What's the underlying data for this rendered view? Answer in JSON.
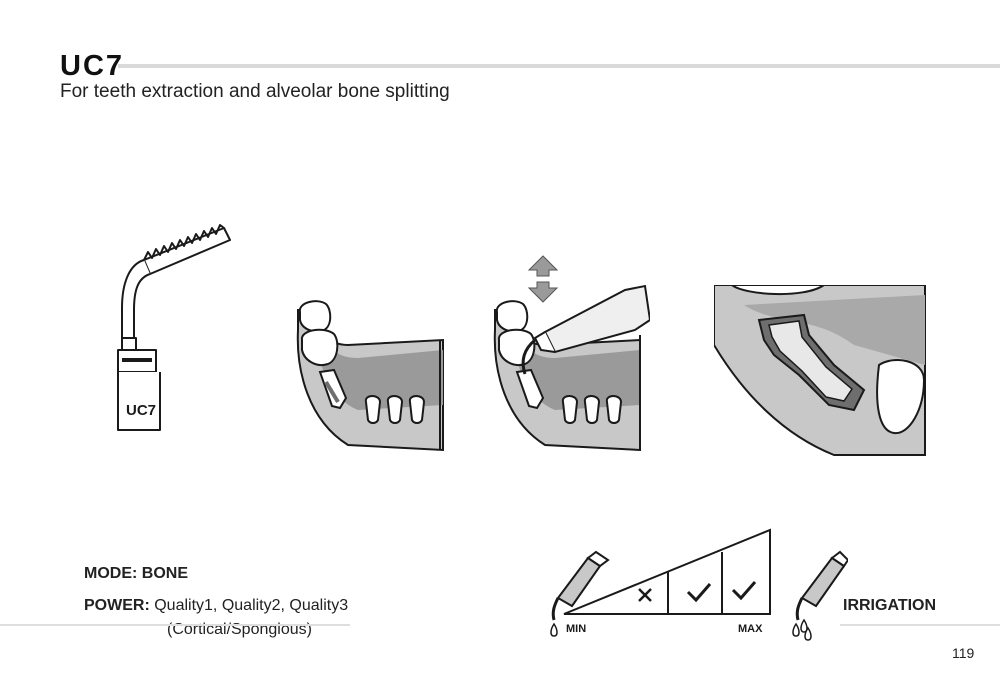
{
  "header": {
    "title": "UC7",
    "subtitle": "For teeth extraction and alveolar bone splitting"
  },
  "tip_illustration": {
    "label": "UC7",
    "icon": "bone-saw-tip-icon"
  },
  "steps": [
    {
      "icon": "jaw-tooth-extraction-icon"
    },
    {
      "icon": "jaw-handpiece-cutting-icon"
    },
    {
      "icon": "bone-splitting-closeup-icon"
    }
  ],
  "settings": {
    "mode_label": "MODE: BONE",
    "power_label": "POWER:",
    "power_value": "Quality1,  Quality2,  Quality3",
    "power_note": "(Cortical/Spongious)"
  },
  "power_scale": {
    "min_label": "MIN",
    "max_label": "MAX",
    "marks": [
      "cross",
      "check",
      "check"
    ]
  },
  "irrigation": {
    "label": "IRRIGATION",
    "icon": "irrigation-drops-icon"
  },
  "page_number": "119",
  "colors": {
    "gray_fill": "#c8c8c8",
    "dark_fill": "#6e6e6e",
    "line": "#1a1a1a",
    "rule": "#d9d9d9"
  }
}
